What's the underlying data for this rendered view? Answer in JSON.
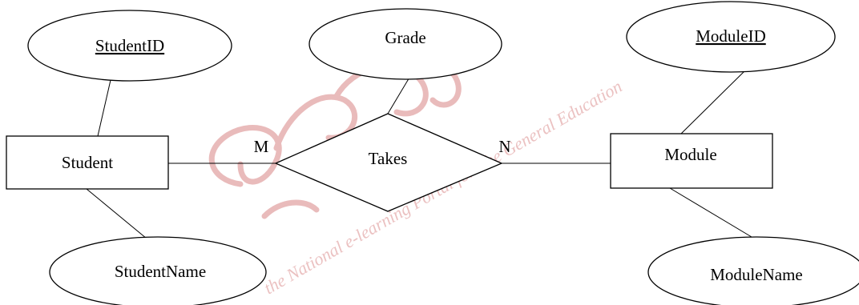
{
  "diagram": {
    "entities": {
      "student": "Student",
      "module": "Module"
    },
    "relationship": "Takes",
    "attributes": {
      "student_id": "StudentID",
      "student_name": "StudentName",
      "grade": "Grade",
      "module_id": "ModuleID",
      "module_name": "ModuleName"
    },
    "cardinality": {
      "student_side": "M",
      "module_side": "N"
    }
  },
  "watermark": {
    "text": "the National e-learning Portal for The General Education"
  }
}
